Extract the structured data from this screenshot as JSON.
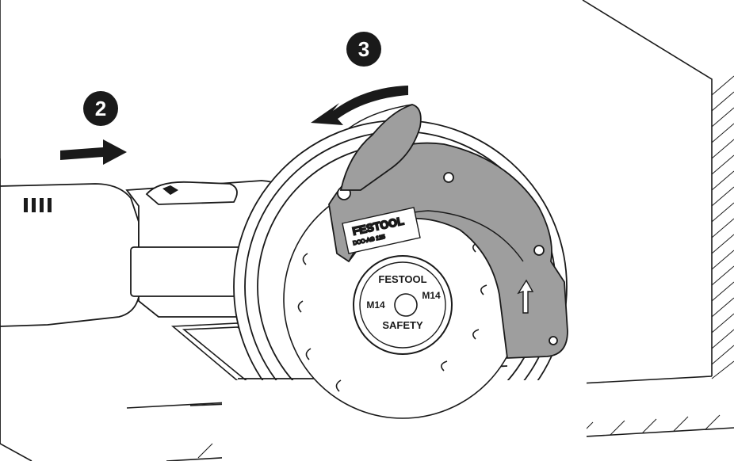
{
  "steps": {
    "step2": "2",
    "step3": "3"
  },
  "guard_label": {
    "brand": "FESTOOL",
    "model": "DCC-AG 125"
  },
  "flange_nut": {
    "brand": "FESTOOL",
    "size_left": "M14",
    "size_right": "M14",
    "safety": "SAFETY"
  },
  "colors": {
    "line": "#1a1a1a",
    "guard_fill": "#9e9e9e",
    "step_badge": "#1a1a1a",
    "arrow": "#1a1a1a"
  }
}
